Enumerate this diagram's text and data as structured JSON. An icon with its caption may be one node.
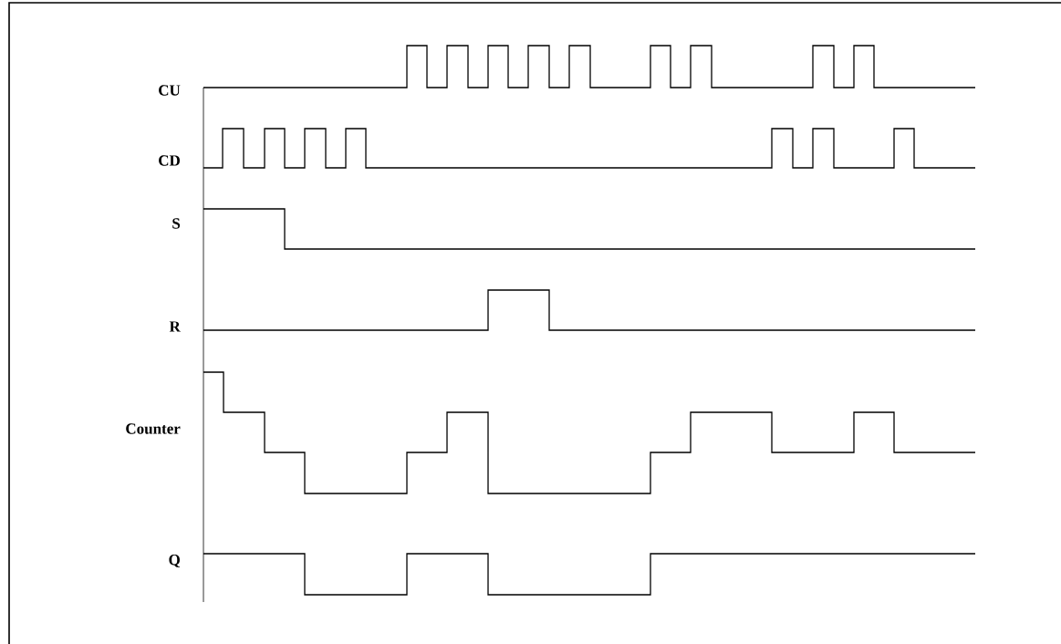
{
  "diagram": {
    "labels": [
      "CU",
      "CD",
      "S",
      "R",
      "Counter",
      "Q"
    ]
  }
}
